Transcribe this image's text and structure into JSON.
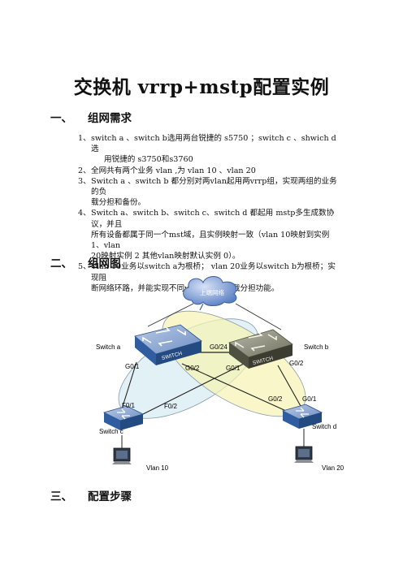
{
  "title": "交换机 vrrp+mstp配置实例",
  "sections": [
    {
      "num": "一、",
      "label": "组网需求"
    },
    {
      "num": "二、",
      "label": "组网图"
    },
    {
      "num": "三、",
      "label": "配置步骤"
    }
  ],
  "requirements": [
    {
      "n": "1、",
      "lines": [
        "switch a 、switch b选用两台锐捷的 s5750 ；switch c 、shwich d 选",
        "用锐捷的 s3750和s3760"
      ]
    },
    {
      "n": "2、",
      "lines": [
        "全网共有两个业务 vlan ,为 vlan 10 、vlan 20"
      ]
    },
    {
      "n": "3、",
      "lines": [
        "Switch a 、switch b 都分别对两vlan起用两vrrp组，实现两组的业务的负",
        "载分担和备份。"
      ]
    },
    {
      "n": "4、",
      "lines": [
        "Switch a、switch b、switch c、switch d 都起用 mstp多生成数协议，并且",
        "所有设备都属于同一个mst域，且实例映射一致（vlan 10映射到实例 1、vlan",
        "20映射实例 2 其他vlan映射默认实例 0）。"
      ]
    },
    {
      "n": "5、",
      "lines": [
        "Vlan 10业务以switch a为根桥；  vlan 20业务以switch b为根桥；实现阻",
        "断网络环路，并能实现不同vlan数据流负载分担功能。"
      ]
    }
  ],
  "diagram": {
    "cloud": "上端网络",
    "switch_a": "Switch a",
    "switch_b": "Switch b",
    "switch_c": "Switch c",
    "switch_d": "Switch d",
    "switch_text": "SWITCH",
    "vlan10": "Vlan 10",
    "vlan20": "Vlan 20",
    "ports": {
      "a_g01": "G0/1",
      "a_g02": "G0/2",
      "a_g024": "G0/24",
      "b_g01": "G0/1",
      "b_g02": "G0/2",
      "c_f01": "F0/1",
      "c_f02": "F0/2",
      "d_g01": "G0/1",
      "d_g02": "G0/2"
    },
    "colors": {
      "ellipse_a": "#d6ebf2",
      "ellipse_b": "#f6f4b8",
      "switch_blue": "#2f5d9f",
      "switch_dark": "#4a4a3a"
    }
  }
}
